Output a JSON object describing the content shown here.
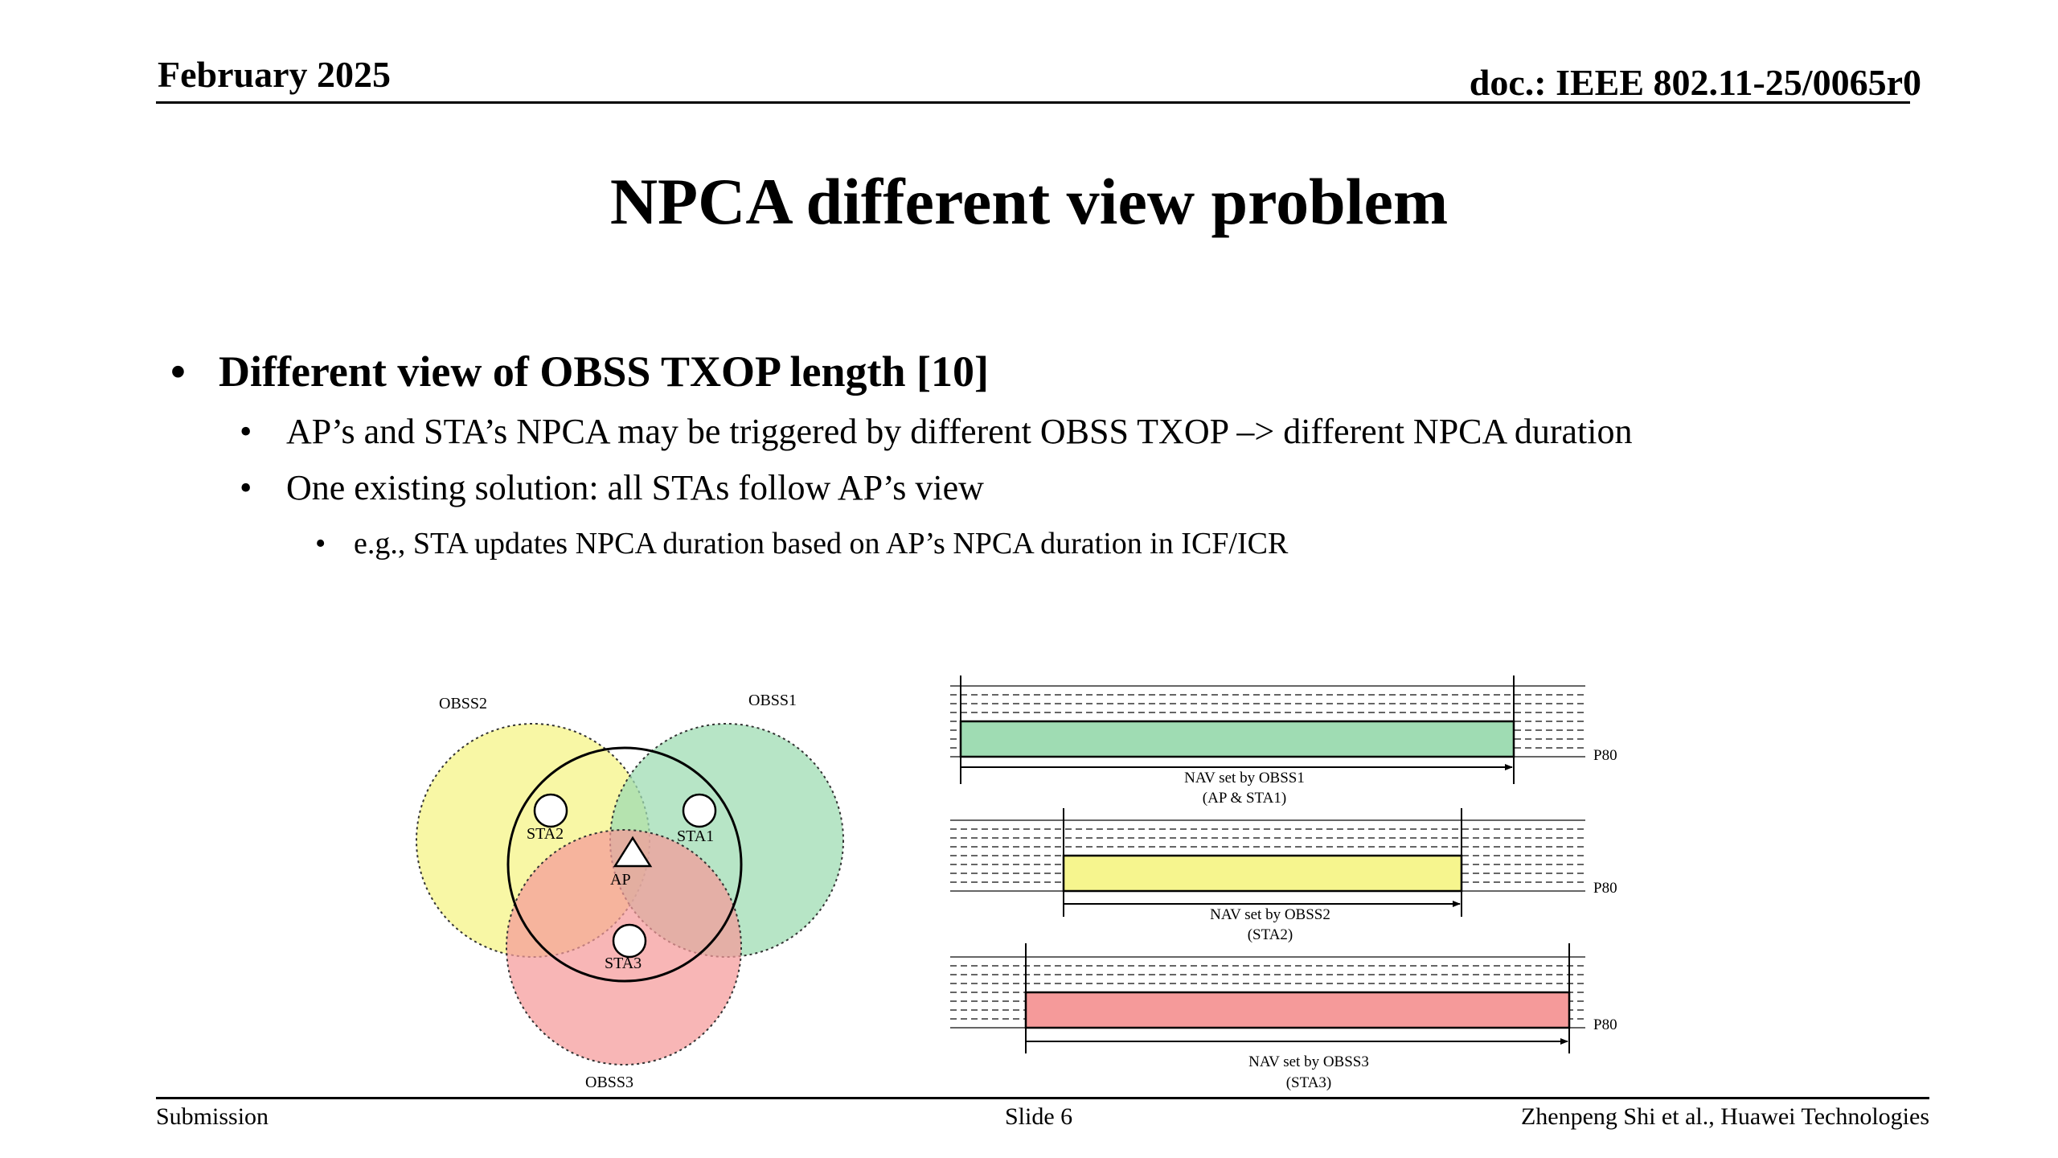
{
  "header": {
    "date": "February 2025",
    "doc": "doc.: IEEE 802.11-25/0065r0"
  },
  "title": "NPCA different view problem",
  "bullets": {
    "level1": "Different view of OBSS TXOP length [10]",
    "level2": [
      "AP’s and STA’s NPCA may be triggered by different OBSS TXOP –> different NPCA duration",
      "One existing solution: all STAs follow AP’s view"
    ],
    "level3": "e.g., STA updates NPCA duration based on AP’s NPCA duration in ICF/ICR",
    "bullet_glyph": "•"
  },
  "venn": {
    "labels": {
      "obss1": "OBSS1",
      "obss2": "OBSS2",
      "obss3": "OBSS3",
      "ap": "AP",
      "sta1": "STA1",
      "sta2": "STA2",
      "sta3": "STA3"
    },
    "colors": {
      "obss1": "#9fdcb3",
      "obss2": "#f6f58e",
      "obss3": "#f59a9a"
    }
  },
  "timelines": [
    {
      "channel_label": "P80",
      "caption_line1": "NAV set by OBSS1",
      "caption_line2": "(AP & STA1)",
      "color": "#9fdcb3"
    },
    {
      "channel_label": "P80",
      "caption_line1": "NAV set by OBSS2",
      "caption_line2": "(STA2)",
      "color": "#f6f58e"
    },
    {
      "channel_label": "P80",
      "caption_line1": "NAV set by OBSS3",
      "caption_line2": "(STA3)",
      "color": "#f59a9a"
    }
  ],
  "footer": {
    "left": "Submission",
    "center": "Slide 6",
    "right": "Zhenpeng Shi et al., Huawei Technologies"
  }
}
